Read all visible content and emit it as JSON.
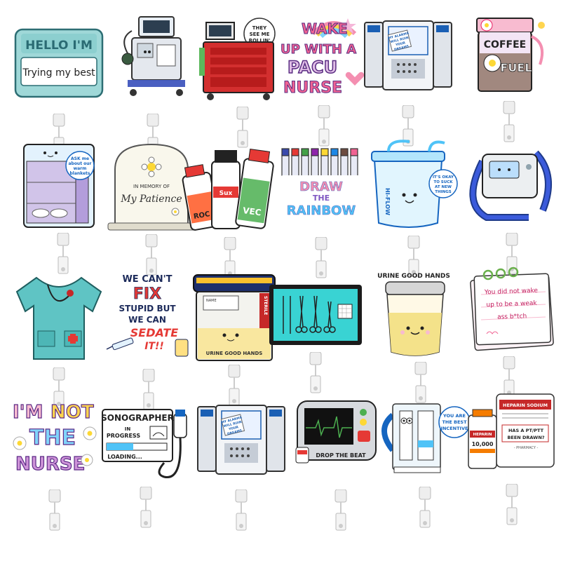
{
  "image_title": "",
  "badges": [
    {
      "text": [
        "HELLO I'M",
        "Trying my best"
      ],
      "colors": [
        "#7fcfcf",
        "#2a6b73"
      ]
    },
    {
      "text": [
        "",
        ""
      ],
      "icon": "anesthesia-machine-icon"
    },
    {
      "text": [
        "THEY",
        "SEE ME",
        "ROLLIN'"
      ],
      "icon": "crash-cart-icon"
    },
    {
      "text": [
        "WAKE",
        "UP WITH A",
        "PACU",
        "NURSE"
      ],
      "icon": "rainbow-icon"
    },
    {
      "text": [
        "MY ALARMS",
        "WILL RUIN",
        "YOUR",
        "DREAMS"
      ],
      "icon": "iv-pump-icon"
    },
    {
      "text": [
        "COFFEE",
        "FUEL"
      ],
      "icon": "coffee-cup-icon"
    },
    {
      "text": [
        "ASK me",
        "about our",
        "warm",
        "blankets"
      ],
      "icon": "blanket-warmer-icon"
    },
    {
      "text": [
        "IN MEMORY OF",
        "My Patience"
      ],
      "icon": "tombstone-icon"
    },
    {
      "text": [
        "Sux",
        "VEC",
        "ROC"
      ],
      "icon": "med-vials-icon"
    },
    {
      "text": [
        "DRAW",
        "THE",
        "RAINBOW"
      ],
      "icon": "blood-tubes-icon"
    },
    {
      "text": [
        "IT'S OKAY",
        "TO SUCK",
        "AT NEW",
        "THINGS",
        "HI-FLOW"
      ],
      "icon": "suction-canister-icon"
    },
    {
      "text": [],
      "icon": "bair-hugger-icon"
    },
    {
      "text": [],
      "icon": "scrubs-icon"
    },
    {
      "text": [
        "WE CAN'T",
        "FIX",
        "STUPID BUT",
        "WE CAN",
        "SEDATE",
        "IT!!"
      ],
      "icon": "syringe-icon"
    },
    {
      "text": [
        "URINE GOOD HANDS",
        "NAME",
        "STERILE"
      ],
      "icon": "specimen-cup-icon"
    },
    {
      "text": [],
      "icon": "surgical-tray-icon"
    },
    {
      "text": [
        "URINE GOOD HANDS"
      ],
      "icon": "urine-cup-icon"
    },
    {
      "text": [
        "You did not wake",
        "up to be a weak",
        "ass b*tch"
      ],
      "icon": "notepad-icon"
    },
    {
      "text": [
        "I'M",
        "NOT",
        "THE",
        "NURSE"
      ],
      "icon": "flower-icon"
    },
    {
      "text": [
        "SONOGRAPHER",
        "IN",
        "PROGRESS",
        "LOADING..."
      ],
      "icon": "ultrasound-probe-icon"
    },
    {
      "text": [
        "MY ALARMS",
        "WILL RUIN",
        "YOUR",
        "DREAMS"
      ],
      "icon": "iv-pump-icon"
    },
    {
      "text": [
        "DROP THE BEAT"
      ],
      "icon": "defibrillator-icon"
    },
    {
      "text": [
        "YOU ARE",
        "THE BEST",
        "INCENTIVE"
      ],
      "icon": "incentive-spirometer-icon"
    },
    {
      "text": [
        "HEPARIN SODIUM",
        "HEPARIN",
        "10,000",
        "HAS A PT/PTT",
        "BEEN DRAWN?",
        "- PHARMACY -"
      ],
      "icon": "heparin-bag-icon"
    }
  ]
}
